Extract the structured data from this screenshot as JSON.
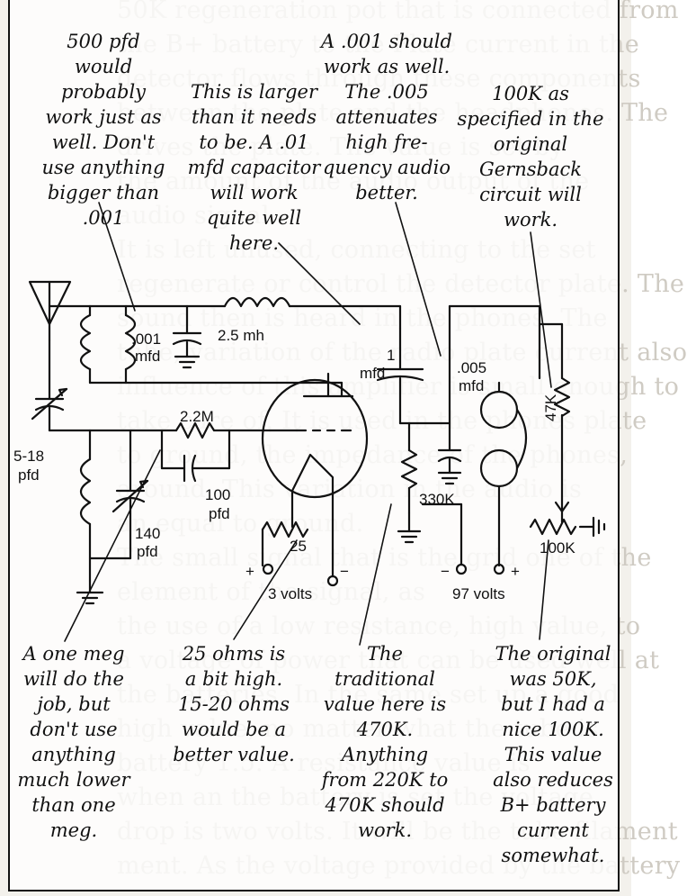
{
  "background_text": [
    "50K regeneration pot that is connected from",
    "the B+ battery to the Plate current in the",
    "detector flows through these components",
    "between the plate and the headphones. The",
    "drives the plate. The value is set by",
    "the amount of the audio output of the",
    "audio signal.",
    "It is left unused, connecting to the set",
    "regenerate or control the detector plate. The",
    "sound then is heard in the phones. The",
    "tube, variation of the radio plate current also",
    "influence of this amplifier is small enough to",
    "take care of. It is used in the phones plate",
    "to ground, the impedance of the phones,",
    "around. This variation in the audio is",
    "an equal to ground.",
    "The small signal that is the grid one of the",
    "element of the signal, as",
    "the use of a low resistance, high value, to",
    "a voltage of power that can be used well at",
    "the batteries. In the same set up a good",
    "high value, no matter what the tube is",
    "battery 1.5. A resistance value is",
    "when an the battery is set the voltage",
    "drop is two volts. It will be the tube filament",
    "ment. As the voltage provided by the battery"
  ],
  "notes": {
    "n500": [
      "500 pfd",
      "would",
      "probably",
      "work just as",
      "well. Don't",
      "use anything",
      "bigger than",
      ".001"
    ],
    "larger": [
      "This is larger",
      "than it needs",
      "to be. A .01",
      "mfd capacitor",
      "will work",
      "quite well",
      "here."
    ],
    "a001": [
      "A .001 should",
      "work as well.",
      "The .005",
      "attenuates",
      "high fre-",
      "quency audio",
      "better."
    ],
    "k100": [
      "100K as",
      "specified in the",
      "original",
      "Gernsback",
      "circuit will",
      "work."
    ],
    "meg": [
      "A one meg",
      "will do the",
      "job, but",
      "don't use",
      "anything",
      "much lower",
      "than one",
      "meg."
    ],
    "ohms": [
      "25 ohms is",
      "a bit high.",
      "15-20 ohms",
      "would be a",
      "better value."
    ],
    "trad": [
      "The",
      "traditional",
      "value here is",
      "470K.",
      "Anything",
      "from 220K to",
      "470K should",
      "work."
    ],
    "orig": [
      "The original",
      "was 50K,",
      "but I had a",
      "nice 100K.",
      "This value",
      "also reduces",
      "B+ battery",
      "current",
      "somewhat."
    ]
  },
  "labels": {
    "c001": ".001",
    "c001_unit": "mfd",
    "l25": "2.5 mh",
    "r22": "2.2M",
    "c518": "5-18",
    "c518_unit": "pfd",
    "c100": "100",
    "c100_unit": "pfd",
    "c140": "140",
    "c140_unit": "pfd",
    "pot25": "25",
    "c1": "1",
    "c1_unit": "mfd",
    "c005": ".005",
    "c005_unit": "mfd",
    "r330": "330K",
    "r47": "47K",
    "pot100": "100K",
    "v3": "3 volts",
    "v97": "97 volts",
    "plus": "+",
    "minus": "−"
  }
}
